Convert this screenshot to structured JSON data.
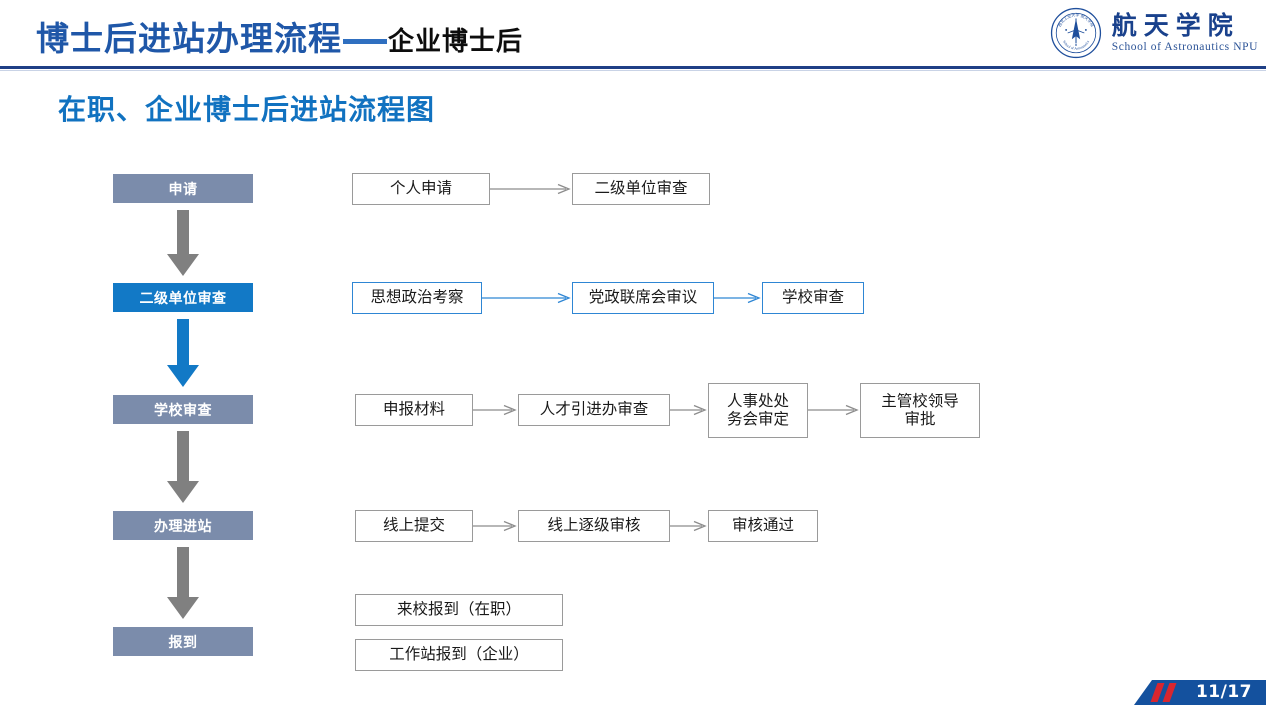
{
  "header": {
    "title_main": "博士后进站办理流程",
    "title_sub": "企业博士后",
    "logo_cn": "航天学院",
    "logo_en": "School of Astronautics NPU",
    "logo_icon": "university-seal-icon"
  },
  "subtitle": "在职、企业博士后进站流程图",
  "footer": {
    "page_label": "11/17"
  },
  "colors": {
    "title_blue": "#1f57a8",
    "subtitle_blue": "#1172c0",
    "stage_gray": "#7b8cab",
    "stage_active_blue": "#1279c6",
    "node_border_gray": "#9a9a9a",
    "node_border_blue": "#2e86d4",
    "arrow_gray": "#808080",
    "arrow_blue": "#1279c6",
    "badge_blue": "#14519e",
    "badge_red": "#d8262f"
  },
  "flow": {
    "stages": [
      {
        "label": "申请",
        "active": false
      },
      {
        "label": "二级单位审查",
        "active": true
      },
      {
        "label": "学校审查",
        "active": false
      },
      {
        "label": "办理进站",
        "active": false
      },
      {
        "label": "报到",
        "active": false
      }
    ],
    "connectors_down": [
      {
        "from": "申请",
        "to": "二级单位审查",
        "color": "gray"
      },
      {
        "from": "二级单位审查",
        "to": "学校审查",
        "color": "blue"
      },
      {
        "from": "学校审查",
        "to": "办理进站",
        "color": "gray"
      },
      {
        "from": "办理进站",
        "to": "报到",
        "color": "gray"
      }
    ],
    "rows": [
      {
        "stage": "申请",
        "accent": "gray",
        "nodes": [
          {
            "lines": [
              "个人申请"
            ]
          },
          {
            "lines": [
              "二级单位审查"
            ]
          }
        ]
      },
      {
        "stage": "二级单位审查",
        "accent": "blue",
        "nodes": [
          {
            "lines": [
              "思想政治考察"
            ]
          },
          {
            "lines": [
              "党政联席会审议"
            ]
          },
          {
            "lines": [
              "学校审查"
            ]
          }
        ]
      },
      {
        "stage": "学校审查",
        "accent": "gray",
        "nodes": [
          {
            "lines": [
              "申报材料"
            ]
          },
          {
            "lines": [
              "人才引进办审查"
            ]
          },
          {
            "lines": [
              "人事处处",
              "务会审定"
            ]
          },
          {
            "lines": [
              "主管校领导",
              "审批"
            ]
          }
        ]
      },
      {
        "stage": "办理进站",
        "accent": "gray",
        "nodes": [
          {
            "lines": [
              "线上提交"
            ]
          },
          {
            "lines": [
              "线上逐级审核"
            ]
          },
          {
            "lines": [
              "审核通过"
            ]
          }
        ]
      },
      {
        "stage": "报到",
        "accent": "gray",
        "nodes": [
          {
            "lines": [
              "来校报到（在职）"
            ]
          },
          {
            "lines": [
              "工作站报到（企业）"
            ]
          }
        ]
      }
    ]
  }
}
